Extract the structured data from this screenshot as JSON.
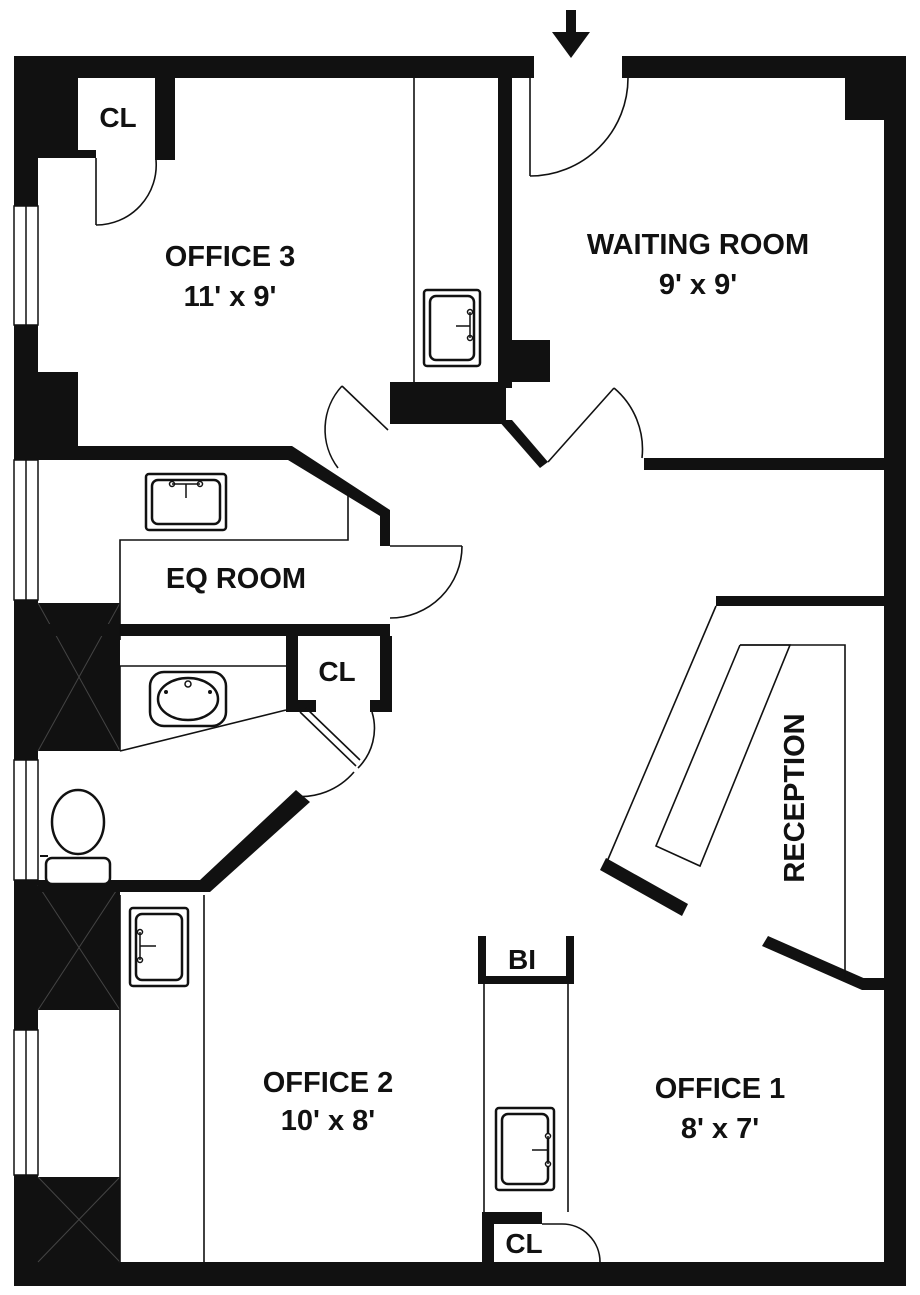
{
  "rooms": {
    "office3": {
      "name": "OFFICE 3",
      "size": "11' x 9'"
    },
    "waiting": {
      "name": "WAITING ROOM",
      "size": "9' x 9'"
    },
    "eq": {
      "name": "EQ ROOM"
    },
    "reception": {
      "name": "RECEPTION"
    },
    "office2": {
      "name": "OFFICE 2",
      "size": "10' x 8'"
    },
    "office1": {
      "name": "OFFICE 1",
      "size": "8' x 7'"
    }
  },
  "closets": {
    "top": "CL",
    "middle": "CL",
    "bottom": "CL",
    "builtin": "BI"
  },
  "icons": {
    "entry": "entry-arrow-icon",
    "sink": "sink-icon",
    "toilet": "toilet-icon"
  },
  "colors": {
    "wall": "#111111",
    "floor": "#ffffff"
  }
}
